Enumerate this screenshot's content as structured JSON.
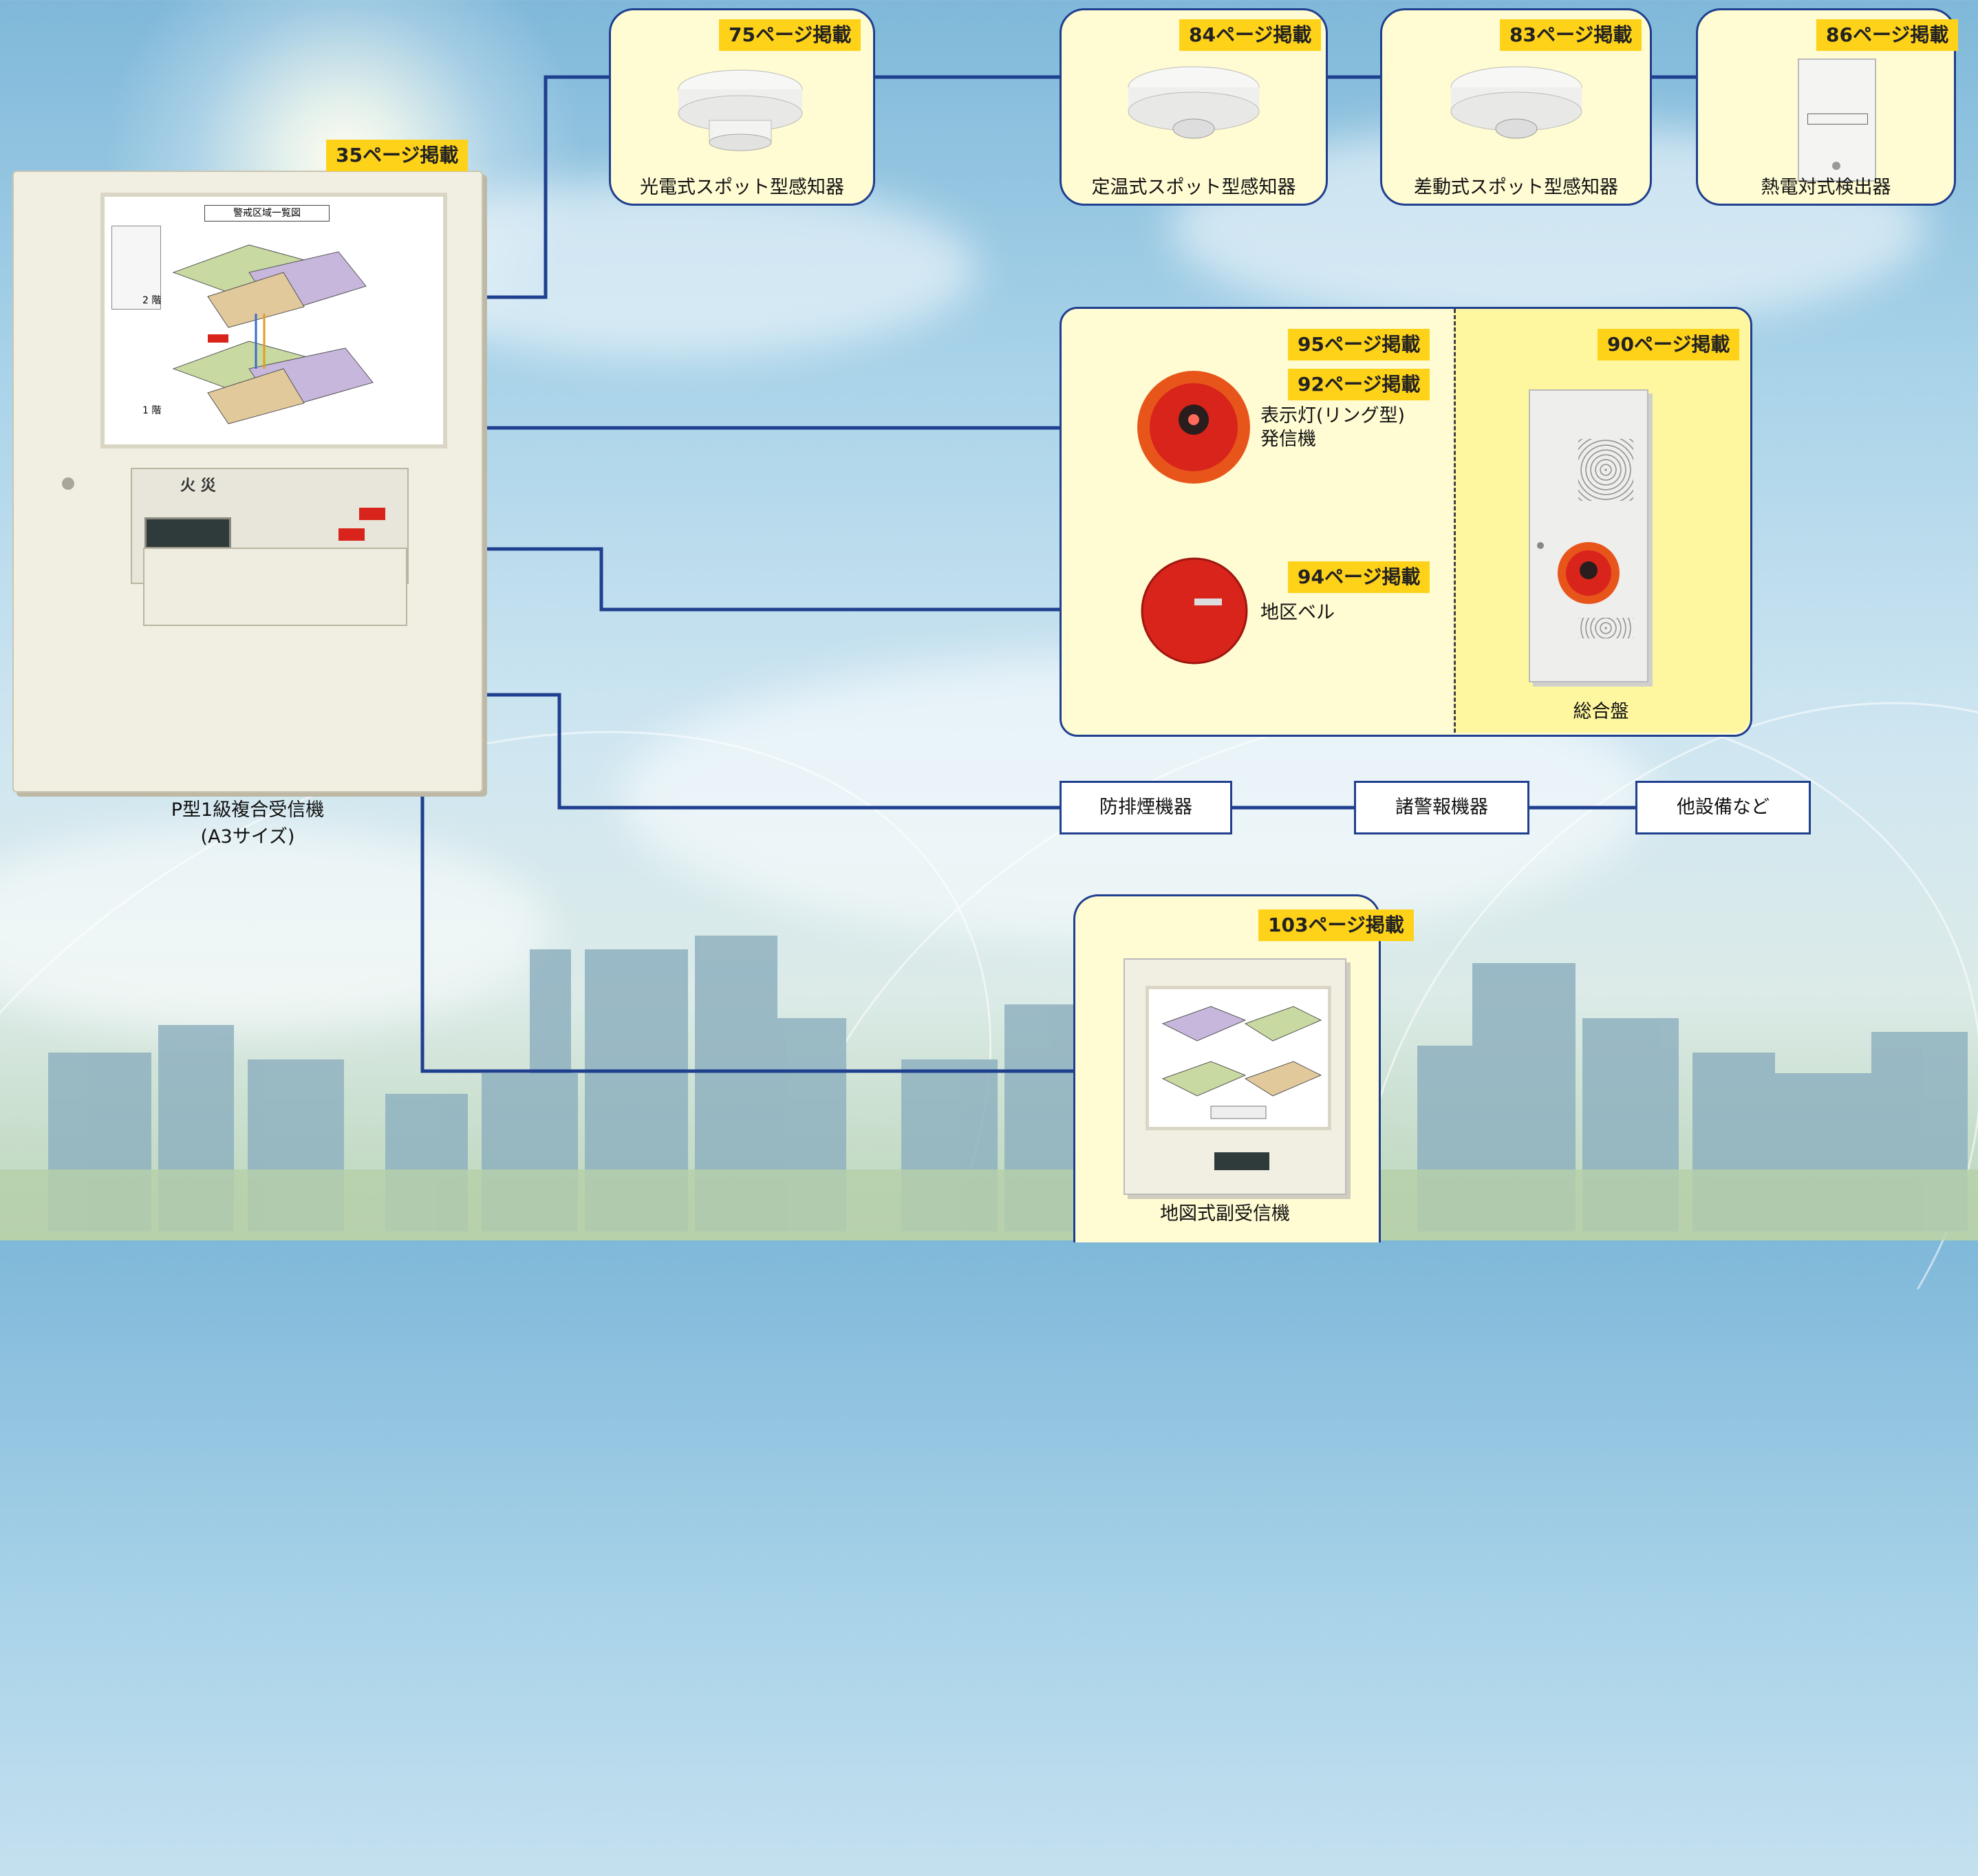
{
  "panel": {
    "badge": "35ページ掲載",
    "caption": "P型1級複合受信機",
    "caption2": "(A3サイズ)",
    "screen_title": "警戒区域一覧図",
    "floor2": "2 階",
    "floor1": "1 階",
    "lcd_label": "火 災"
  },
  "detectors": [
    {
      "badge": "75ページ掲載",
      "label": "光電式スポット型感知器"
    },
    {
      "badge": "84ページ掲載",
      "label": "定温式スポット型感知器"
    },
    {
      "badge": "83ページ掲載",
      "label": "差動式スポット型感知器"
    },
    {
      "badge": "86ページ掲載",
      "label": "熱電対式検出器"
    }
  ],
  "alarm_group": {
    "ring_badge1": "95ページ掲載",
    "ring_badge2": "92ページ掲載",
    "ring_label1": "表示灯(リング型)",
    "ring_label2": "発信機",
    "bell_badge": "94ページ掲載",
    "bell_label": "地区ベル",
    "panel_badge": "90ページ掲載",
    "panel_label": "総合盤"
  },
  "equipment": [
    "防排煙機器",
    "諸警報機器",
    "他設備など"
  ],
  "sub_receiver": {
    "badge": "103ページ掲載",
    "label": "地図式副受信機"
  },
  "colors": {
    "wire": "#1f3f8f",
    "card": "#fffbd2",
    "badge": "#ffd21a",
    "panel": "#f1efe2",
    "red": "#d8241b"
  }
}
